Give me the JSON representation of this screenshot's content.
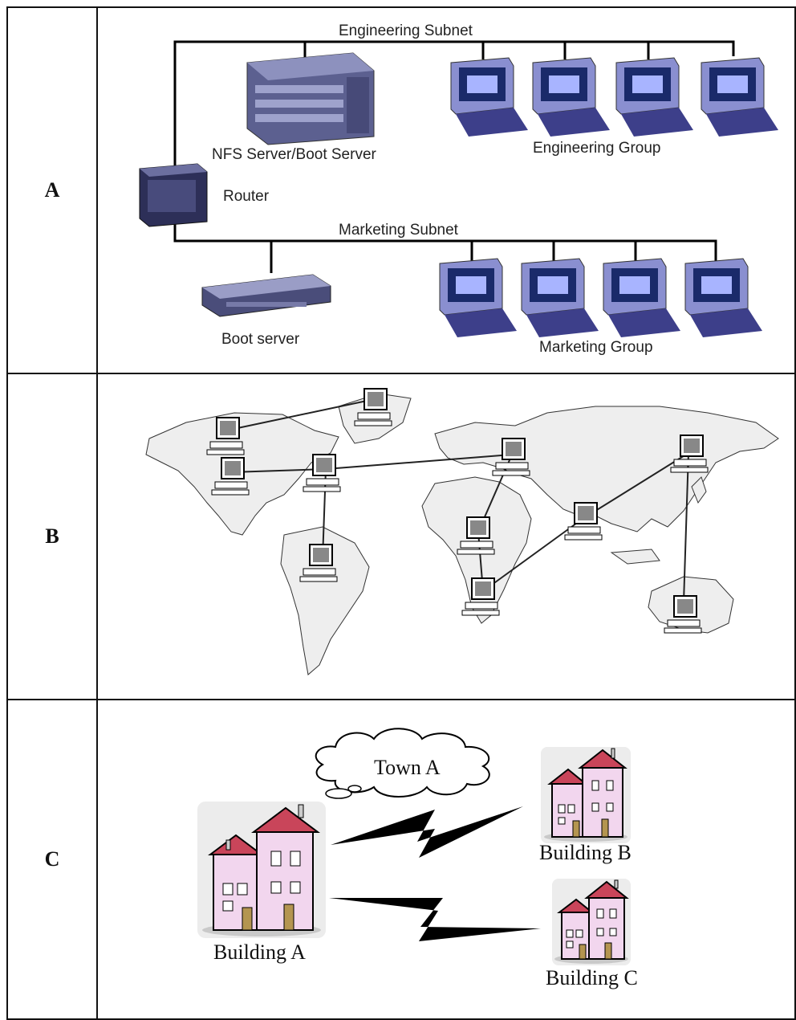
{
  "rows": [
    {
      "label": "A"
    },
    {
      "label": "B"
    },
    {
      "label": "C"
    }
  ],
  "panel_a": {
    "engineering_subnet": "Engineering Subnet",
    "nfs_server": "NFS Server/Boot Server",
    "engineering_group": "Engineering Group",
    "router": "Router",
    "marketing_subnet": "Marketing Subnet",
    "boot_server": "Boot server",
    "marketing_group": "Marketing Group"
  },
  "panel_c": {
    "town": "Town A",
    "building_a": "Building A",
    "building_b": "Building B",
    "building_c": "Building C"
  },
  "colors": {
    "monitor_body": "#8a8fd0",
    "monitor_dark": "#3d3f8a",
    "screen": "#1a2a6a",
    "server": "#6b6f9c",
    "building_wall": "#f2d6ee",
    "roof": "#c9455a",
    "land": "#eeeeee"
  }
}
